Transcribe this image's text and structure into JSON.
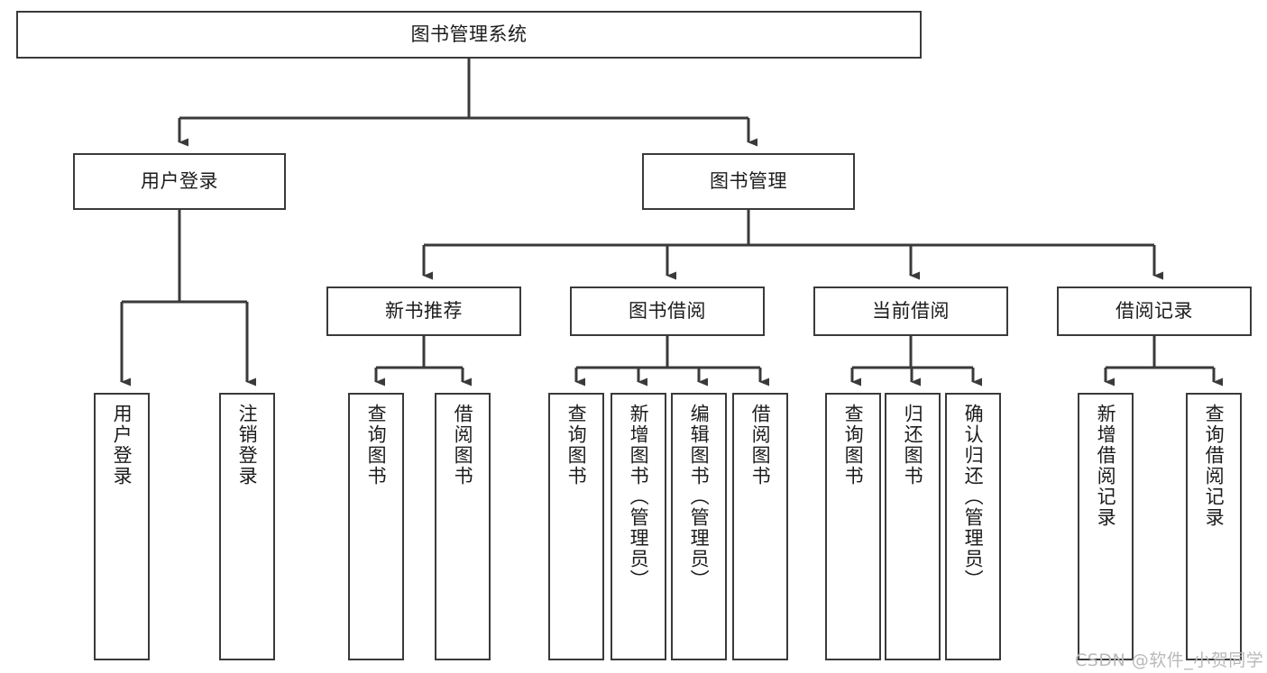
{
  "diagram": {
    "type": "tree",
    "title": "图书管理系统",
    "orientation": "top-down",
    "colors": {
      "box_border": "#3a3a3a",
      "box_fill": "#ffffff",
      "edge": "#3a3a3a",
      "text": "#1c1c1c",
      "watermark": "#b9b9b9",
      "background": "#ffffff"
    },
    "root": {
      "label": "图书管理系统"
    },
    "level2": [
      {
        "label": "用户登录"
      },
      {
        "label": "图书管理"
      }
    ],
    "level3": [
      {
        "label": "新书推荐"
      },
      {
        "label": "图书借阅"
      },
      {
        "label": "当前借阅"
      },
      {
        "label": "借阅记录"
      }
    ],
    "leaves": {
      "user_login": [
        {
          "label": "用户登录"
        },
        {
          "label": "注销登录"
        }
      ],
      "new_book_recommend": [
        {
          "label": "查询图书"
        },
        {
          "label": "借阅图书"
        }
      ],
      "book_borrow": [
        {
          "label": "查询图书"
        },
        {
          "label": "新增图书（管理员）"
        },
        {
          "label": "编辑图书（管理员）"
        },
        {
          "label": "借阅图书"
        }
      ],
      "current_borrow": [
        {
          "label": "查询图书"
        },
        {
          "label": "归还图书"
        },
        {
          "label": "确认归还（管理员）"
        }
      ],
      "borrow_record": [
        {
          "label": "新增借阅记录"
        },
        {
          "label": "查询借阅记录"
        }
      ]
    }
  },
  "watermark": {
    "text": "CSDN @软件_小贺同学"
  }
}
